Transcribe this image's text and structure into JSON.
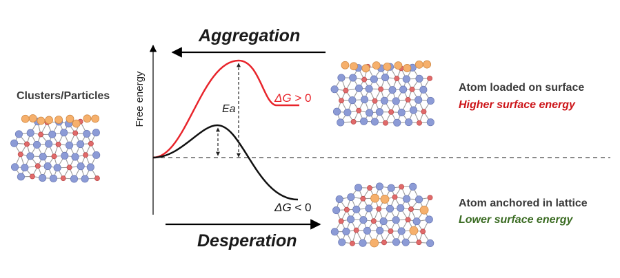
{
  "diagram": {
    "arrow_top_label": "Aggregation",
    "arrow_bottom_label": "Desperation",
    "y_axis_label": "Free energy",
    "barrier_label": "Ea",
    "upper_curve": {
      "label_symbol": "ΔG",
      "label_relation": " > 0",
      "color": "#e8242b"
    },
    "lower_curve": {
      "label_symbol": "ΔG",
      "label_relation": " < 0",
      "color": "#111111"
    },
    "left_structure_label": "Clusters/Particles",
    "surface_state": {
      "title": "Atom loaded on surface",
      "subtitle": "Higher surface energy",
      "subtitle_color": "#cc1418"
    },
    "lattice_state": {
      "title": "Atom anchored in lattice",
      "subtitle": "Lower surface energy",
      "subtitle_color": "#3a6b22"
    },
    "atom_colors": {
      "blue": "#8c9bd6",
      "red": "#e06a6a",
      "orange": "#f6b06c",
      "bond": "#9a9a9a"
    }
  }
}
